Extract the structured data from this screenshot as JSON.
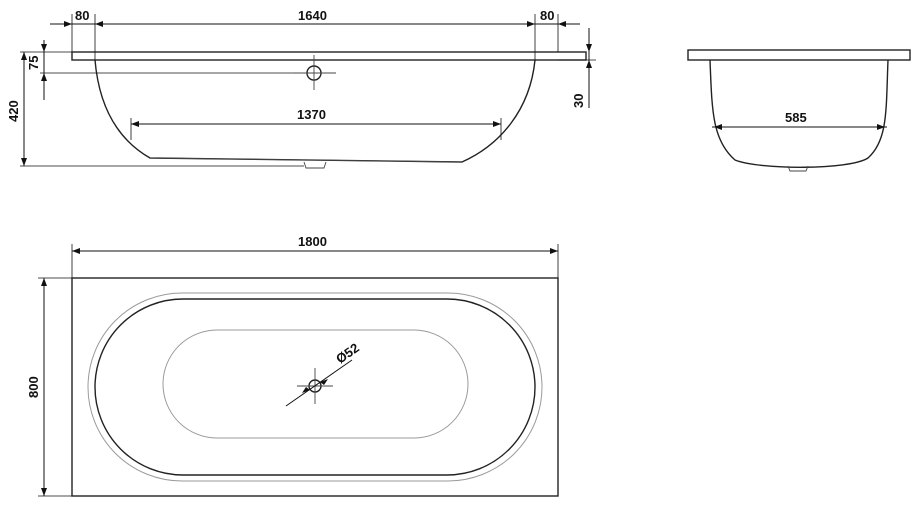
{
  "side_view": {
    "dim_left_rim": "80",
    "dim_top_length": "1640",
    "dim_right_rim": "80",
    "dim_rim_height": "75",
    "dim_total_height": "420",
    "dim_bottom_length": "1370",
    "dim_right_step": "30"
  },
  "end_view": {
    "dim_bottom_width": "585"
  },
  "plan_view": {
    "dim_overall_length": "1800",
    "dim_overall_width": "800",
    "dim_drain_diameter": "Ø52"
  },
  "colors": {
    "line": "#222222",
    "dimension": "#111111",
    "inner_contour": "#9a9a9a"
  }
}
